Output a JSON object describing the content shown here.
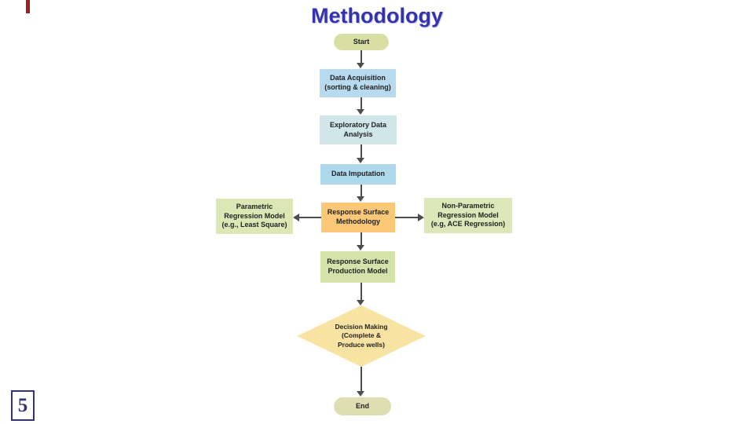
{
  "slide": {
    "title": "Methodology",
    "page_number": "5"
  },
  "flowchart": {
    "start": "Start",
    "data_acquisition": "Data Acquisition\n(sorting & cleaning)",
    "exploratory_data_analysis": "Exploratory Data\nAnalysis",
    "data_imputation": "Data Imputation",
    "parametric_regression": "Parametric\nRegression Model\n(e.g., Least Square)",
    "response_surface_methodology": "Response Surface\nMethodology",
    "nonparametric_regression": "Non-Parametric\nRegression Model\n(e.g, ACE Regression)",
    "response_surface_production": "Response Surface\nProduction Model",
    "decision_making": "Decision Making\n(Complete &\nProduce wells)",
    "end": "End"
  },
  "colors": {
    "title_blue": "#3333ad",
    "terminal_start_green": "#d8dfa2",
    "terminal_end_beige": "#dfdeb2",
    "process_blue_acquisition": "#b7daee",
    "process_cyan_eda": "#d0e6e9",
    "process_blue_imputation": "#aed9ed",
    "process_green_side": "#dce7b6",
    "highlight_orange_rsm": "#fbc878",
    "process_green_production": "#d5e3ab",
    "decision_yellow": "#f9e3a2",
    "arrow_gray": "#4d4d4d",
    "page_number_navy": "#333377",
    "stray_mark_red": "#9b2020"
  }
}
